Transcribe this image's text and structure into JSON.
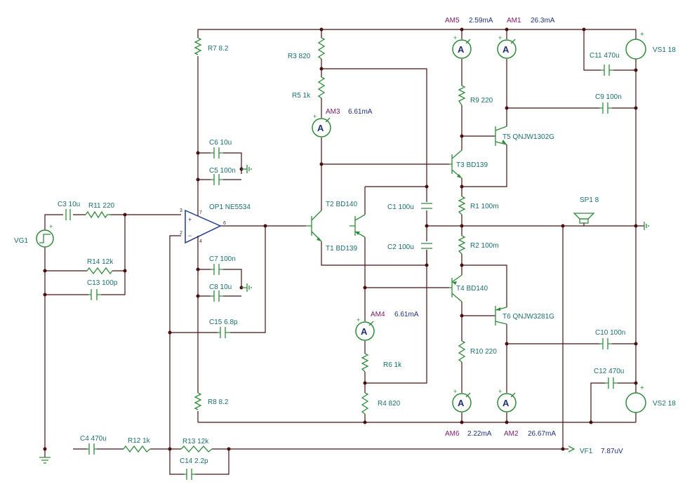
{
  "components": {
    "vg1": "VG1",
    "c3": "C3 10u",
    "r11": "R11 220",
    "r14": "R14 12k",
    "c13": "C13 100p",
    "op1": "OP1 NE5534",
    "pin3": "3",
    "pin2": "2",
    "pin6": "6",
    "pin7": "7",
    "pin4": "4",
    "r7": "R7 8.2",
    "r8": "R8 8.2",
    "c6": "C6 10u",
    "c5": "C5 100n",
    "c7": "C7 100n",
    "c8": "C8 10u",
    "c15": "C15 6.8p",
    "r3": "R3 820",
    "r5": "R5 1k",
    "r6": "R6 1k",
    "r4": "R4 820",
    "t1": "T1 BD139",
    "t2": "T2 BD140",
    "t3": "T3 BD139",
    "t4": "T4 BD140",
    "t5": "T5 QNJW1302G",
    "t6": "T6 QNJW3281G",
    "c1": "C1 100u",
    "c2": "C2 100u",
    "r1": "R1 100m",
    "r2": "R2 100m",
    "r9": "R9 220",
    "r10": "R10 220",
    "c9": "C9 100n",
    "c10": "C10 100n",
    "c11": "C11 470u",
    "c12": "C12 470u",
    "vs1": "VS1 18",
    "vs2": "VS2 18",
    "sp1": "SP1 8",
    "c4": "C4 470u",
    "r12": "R12 1k",
    "r13": "R13 12k",
    "c14": "C14 2.2p",
    "vf1": "VF1"
  },
  "meters": {
    "am1": {
      "name": "AM1",
      "value": "26.3mA"
    },
    "am2": {
      "name": "AM2",
      "value": "26.67mA"
    },
    "am3": {
      "name": "AM3",
      "value": "6.61mA"
    },
    "am4": {
      "name": "AM4",
      "value": "6.61mA"
    },
    "am5": {
      "name": "AM5",
      "value": "2.59mA"
    },
    "am6": {
      "name": "AM6",
      "value": "2.22mA"
    },
    "vf1": {
      "value": "7.87uV"
    }
  },
  "meter_glyph": "A",
  "colors": {
    "wire": "#4a1010",
    "component": "#2e8b3a",
    "label": "#1a6f6f",
    "meter_name": "#7a1a66",
    "meter_value": "#1e2f7a",
    "opamp": "#1e3a8a"
  }
}
